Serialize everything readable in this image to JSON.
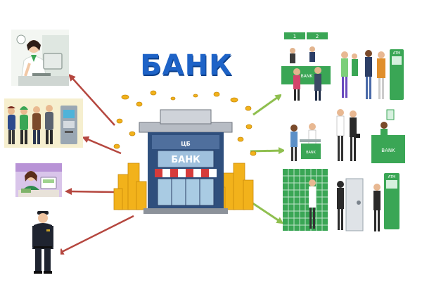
{
  "title": "БАНК",
  "bank_sign": "БАНК",
  "bank_small": "ЦБ",
  "kiosk_sign": "ATM",
  "counter_sign": "BANK",
  "window_numbers": [
    "1",
    "2"
  ],
  "colors": {
    "title_blue": "#1e63c7",
    "arrow_red": "#b5473f",
    "arrow_green": "#8fbf4f",
    "bank_green": "#3aa655",
    "gold": "#f2b21b"
  }
}
